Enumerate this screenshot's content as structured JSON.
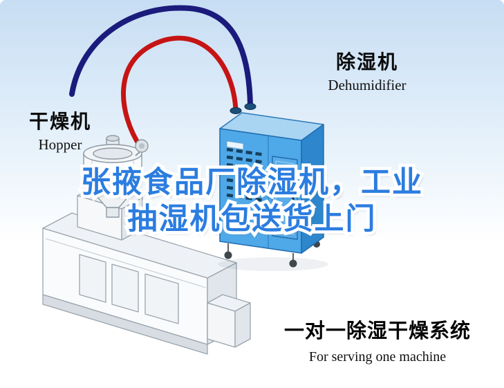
{
  "machine_labels": {
    "hopper": {
      "cn": "干燥机",
      "en": "Hopper"
    },
    "dehumidifier": {
      "cn": "除湿机",
      "en": "Dehumidifier"
    }
  },
  "headline": {
    "line1": "张掖食品厂除湿机，工业",
    "line2": "抽湿机包送货上门"
  },
  "footer": {
    "cn": "一对一除湿干燥系统",
    "en": "For serving one machine"
  },
  "colors": {
    "headline_blue": "#2b7de0",
    "pipe_red": "#c61414",
    "pipe_blue": "#1b1b7c",
    "dehumidifier_blue": "#4fa8e8",
    "sky_top": "#c7ddf3"
  }
}
